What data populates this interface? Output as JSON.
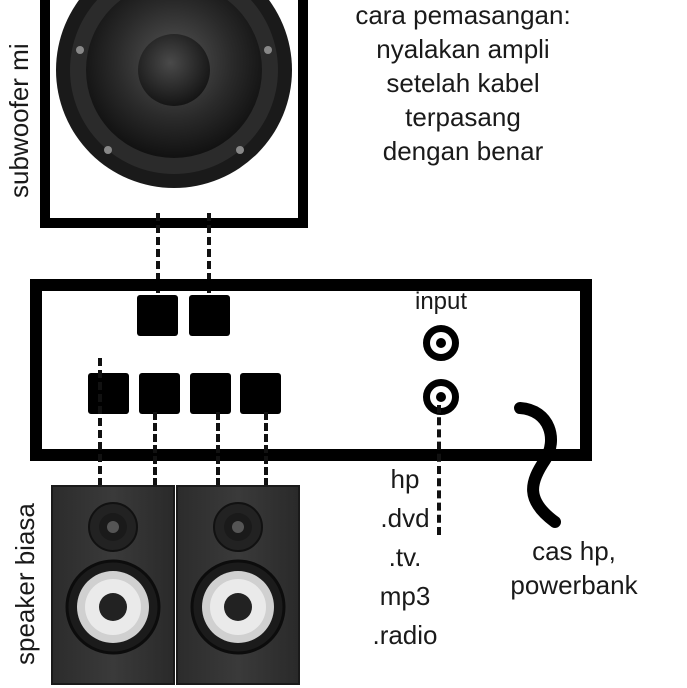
{
  "labels": {
    "subwoofer": "subwoofer mi",
    "instructions": [
      "cara pemasangan:",
      "nyalakan ampli",
      "setelah kabel",
      "terpasang",
      "dengan benar"
    ],
    "input": "input",
    "sources": [
      "hp",
      ".dvd",
      ".tv.",
      "mp3",
      ".radio"
    ],
    "power": [
      "cas hp,",
      "powerbank"
    ],
    "speaker": "speaker biasa"
  },
  "colors": {
    "line": "#000000",
    "cabinet": "#333333",
    "woofer_cone": "#d0d0d0",
    "background": "#ffffff"
  },
  "icons": [
    "subwoofer-icon",
    "bookshelf-speaker-icon",
    "rca-jack-icon",
    "power-cable-icon"
  ]
}
